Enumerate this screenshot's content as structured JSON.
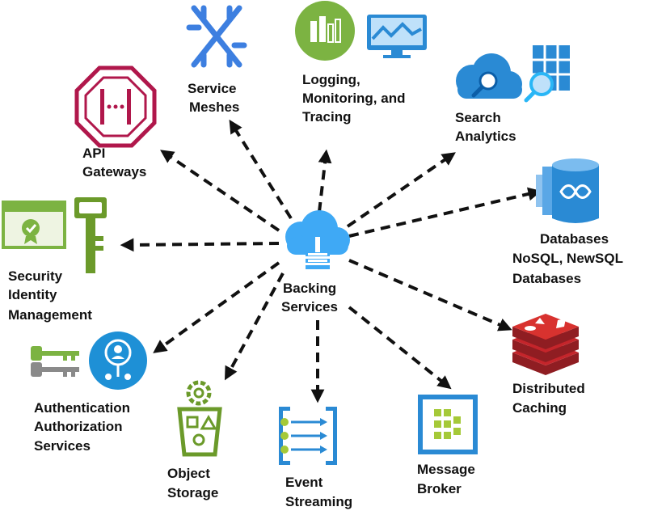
{
  "center": {
    "label_line1": "Backing",
    "label_line2": "Services",
    "icon": "cloud-server-icon"
  },
  "nodes": {
    "api_gateways": {
      "line1": "API",
      "line2": "Gateways",
      "icon": "api-gateway-icon"
    },
    "service_meshes": {
      "line1": "Service",
      "line2": "Meshes",
      "icon": "service-mesh-icon"
    },
    "logging": {
      "line1": "Logging,",
      "line2": "Monitoring, and",
      "line3": "Tracing",
      "icons": [
        "log-chart-icon",
        "monitor-icon"
      ]
    },
    "search": {
      "line1": "Search",
      "line2": "Analytics",
      "icons": [
        "cloud-search-icon",
        "table-search-icon"
      ]
    },
    "databases": {
      "line1": "Databases",
      "line2": "NoSQL, NewSQL",
      "line3": "Databases",
      "icon": "database-icon"
    },
    "security": {
      "line1": "Security",
      "line2": "Identity",
      "line3": "Management",
      "icons": [
        "certificate-icon",
        "key-icon"
      ]
    },
    "caching": {
      "line1": "Distributed",
      "line2": "Caching",
      "icon": "redis-icon"
    },
    "auth": {
      "line1": "Authentication",
      "line2": "Authorization",
      "line3": "Services",
      "icons": [
        "keys-icon",
        "identity-icon"
      ]
    },
    "object_storage": {
      "line1": "Object",
      "line2": "Storage",
      "icon": "bucket-icon"
    },
    "event_streaming": {
      "line1": "Event",
      "line2": "Streaming",
      "icon": "event-stream-icon"
    },
    "message_broker": {
      "line1": "Message",
      "line2": "Broker",
      "icon": "queue-icon"
    }
  },
  "colors": {
    "azure_blue": "#2a8ad4",
    "mesh_blue": "#3d7fe0",
    "green": "#7cb342",
    "crimson": "#b0174b",
    "redis_red": "#c4252b",
    "light_blue": "#3fa9f5",
    "gray": "#8a8a8a"
  }
}
